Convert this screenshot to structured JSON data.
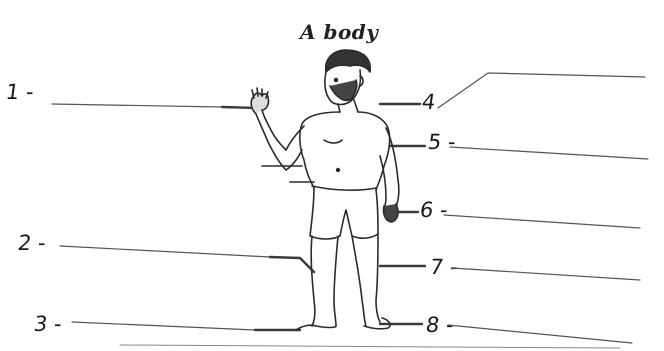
{
  "title": "A body",
  "labels": [
    "1",
    "2",
    "3",
    "4",
    "5",
    "6",
    "7",
    "8"
  ],
  "colors": {
    "ink": "#2b2b2b",
    "answer_line": "#555555",
    "pointer": "#3a3a3a"
  }
}
